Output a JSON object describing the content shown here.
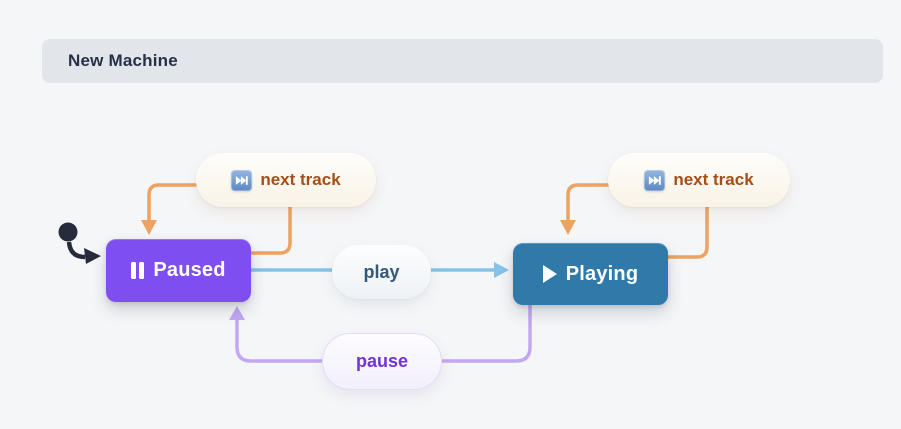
{
  "header": {
    "title": "New Machine"
  },
  "diagram": {
    "initial_marker": {
      "target": "Paused",
      "color": "#262c3d"
    },
    "states": [
      {
        "label": "Paused",
        "icon": "pause-icon",
        "fill": "#7e4ef0"
      },
      {
        "label": "Playing",
        "icon": "play-icon",
        "fill": "#2f7aa8"
      }
    ],
    "events": {
      "play": {
        "label": "play",
        "from": "Paused",
        "to": "Playing",
        "arrow_color": "#85c3e8",
        "text_color": "#33587a"
      },
      "pause": {
        "label": "pause",
        "from": "Playing",
        "to": "Paused",
        "arrow_color": "#c2a8f3",
        "text_color": "#7133d6"
      },
      "next_track_paused": {
        "label": "next track",
        "from": "Paused",
        "to": "Paused",
        "icon": "next-track-icon",
        "arrow_color": "#eda262",
        "text_color": "#a54e17"
      },
      "next_track_playing": {
        "label": "next track",
        "from": "Playing",
        "to": "Playing",
        "icon": "next-track-icon",
        "arrow_color": "#eda262",
        "text_color": "#a54e17"
      }
    }
  }
}
